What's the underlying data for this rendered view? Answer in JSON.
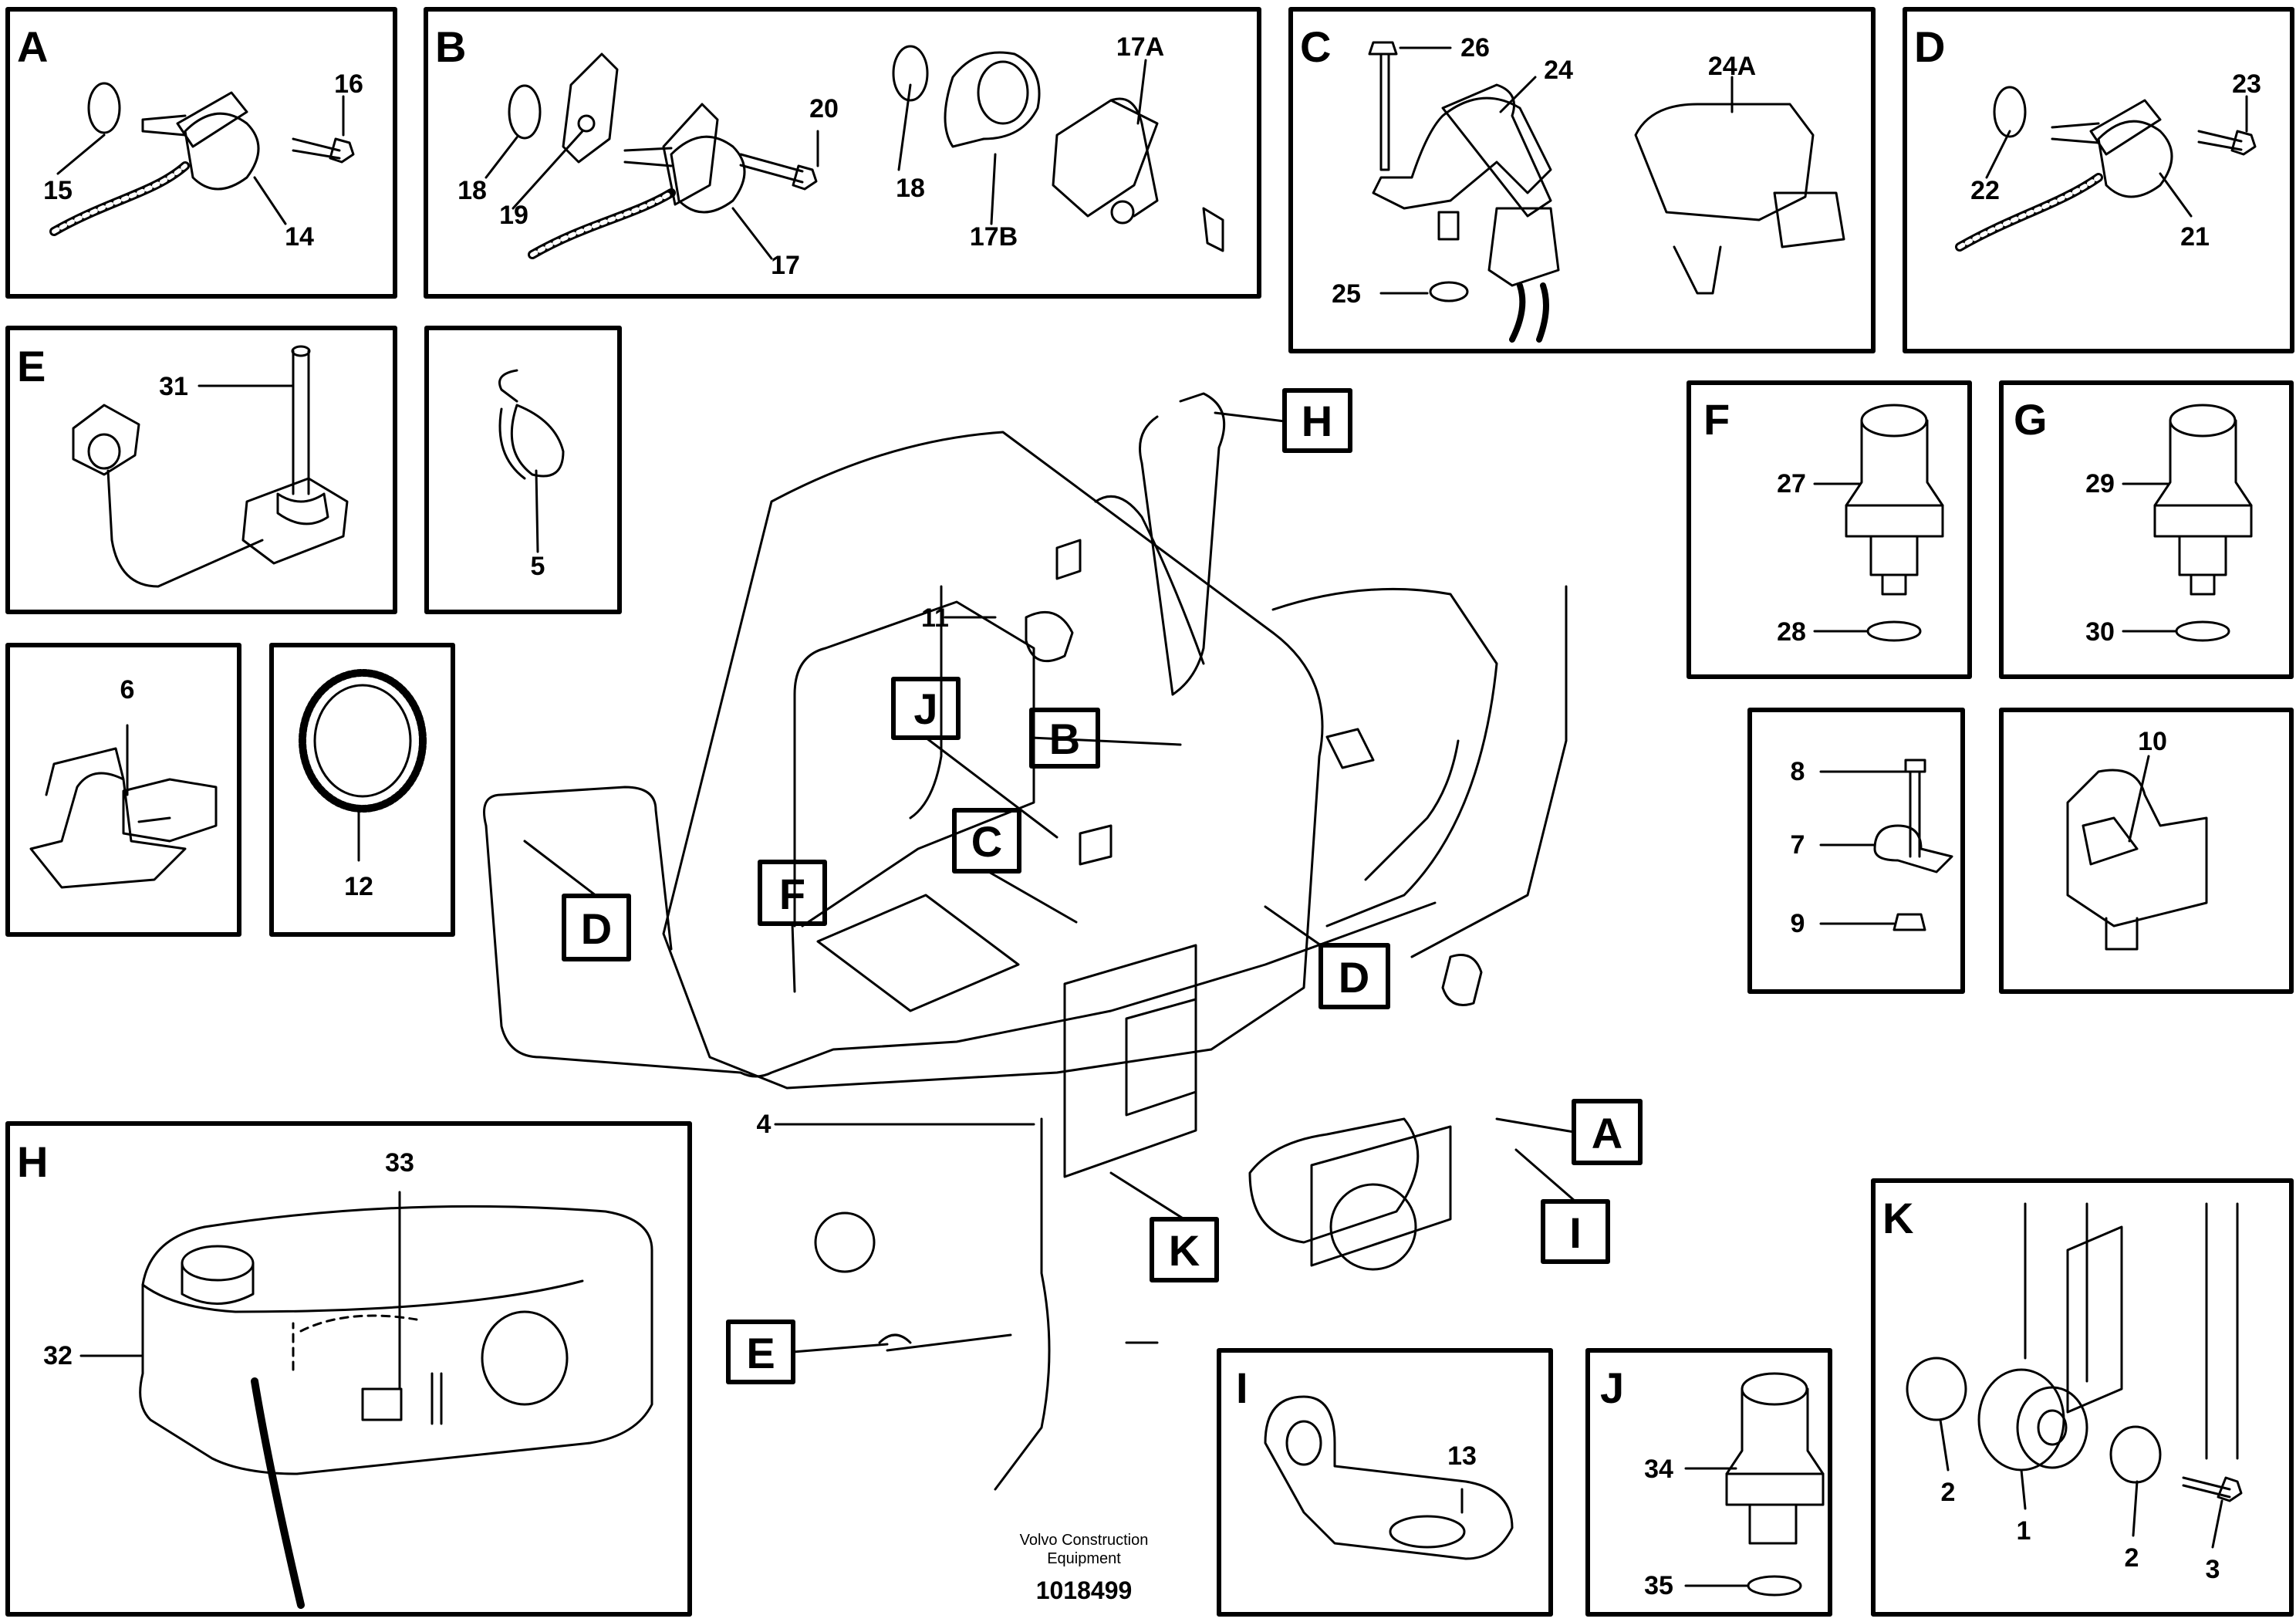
{
  "footer": {
    "company_line1": "Volvo Construction",
    "company_line2": "Equipment",
    "drawing_number": "1018499"
  },
  "detail_views": {
    "A": {
      "letter": "A",
      "parts": [
        "15",
        "16",
        "14"
      ]
    },
    "B": {
      "letter": "B",
      "parts": [
        "20",
        "18",
        "19",
        "17",
        "17A",
        "18",
        "17B"
      ]
    },
    "C": {
      "letter": "C",
      "parts": [
        "26",
        "24",
        "24A",
        "25"
      ]
    },
    "D": {
      "letter": "D",
      "parts": [
        "23",
        "22",
        "21"
      ]
    },
    "E": {
      "letter": "E",
      "parts": [
        "31"
      ]
    },
    "clamp5": {
      "parts": [
        "5"
      ]
    },
    "F": {
      "letter": "F",
      "parts": [
        "27",
        "28"
      ]
    },
    "G": {
      "letter": "G",
      "parts": [
        "29",
        "30"
      ]
    },
    "part6": {
      "parts": [
        "6"
      ]
    },
    "part12": {
      "parts": [
        "12"
      ]
    },
    "clamp7": {
      "parts": [
        "8",
        "7",
        "9"
      ]
    },
    "part10": {
      "parts": [
        "10"
      ]
    },
    "H": {
      "letter": "H",
      "parts": [
        "33",
        "32"
      ]
    },
    "I": {
      "letter": "I",
      "parts": [
        "13"
      ]
    },
    "J": {
      "letter": "J",
      "parts": [
        "34",
        "35"
      ]
    },
    "K": {
      "letter": "K",
      "parts": [
        "2",
        "1",
        "2",
        "3"
      ]
    }
  },
  "main_view": {
    "callouts": [
      "H",
      "J",
      "B",
      "C",
      "F",
      "D",
      "D",
      "A",
      "I",
      "K",
      "E"
    ],
    "parts": [
      "11",
      "4"
    ]
  }
}
